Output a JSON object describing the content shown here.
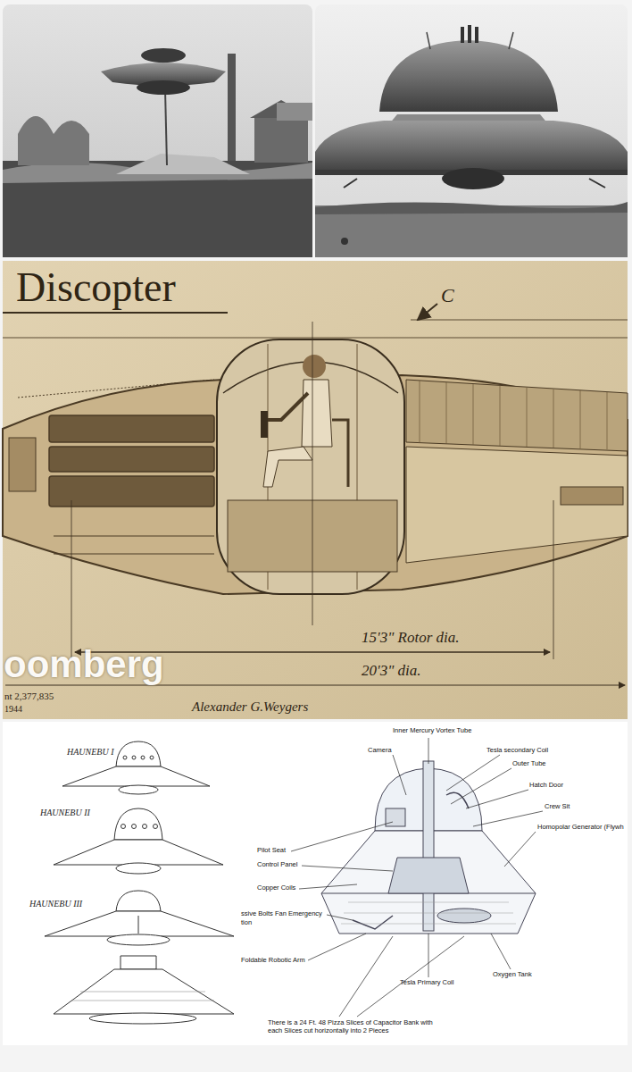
{
  "diagram": {
    "title": "Discopter",
    "labels": [
      "C",
      "15'3\" Rotor dia.",
      "20'3\" dia.",
      "oomberg",
      "nt 2,377,835",
      "1944",
      "Alexander G.Weygers",
      "HAUNEBU I",
      "HAUNEBU II",
      "HAUNEBU III",
      "Inner Mercury Vortex Tube",
      "Camera",
      "Tesla secondary Coil",
      "Outer Tube",
      "Hatch Door",
      "Crew Sit",
      "Homopolar Generator (Flywh",
      "Pilot Seat",
      "Control Panel",
      "Copper Coils",
      "ssive Bolts Fan Emergency",
      "tion",
      "Foldable Robotic Arm",
      "Tesla Primary Coil",
      "Oxygen Tank",
      "There is a 24 Ft. 48 Pizza Slices of Capacitor Bank with each Slices cut horizontally into 2 Pieces"
    ]
  }
}
